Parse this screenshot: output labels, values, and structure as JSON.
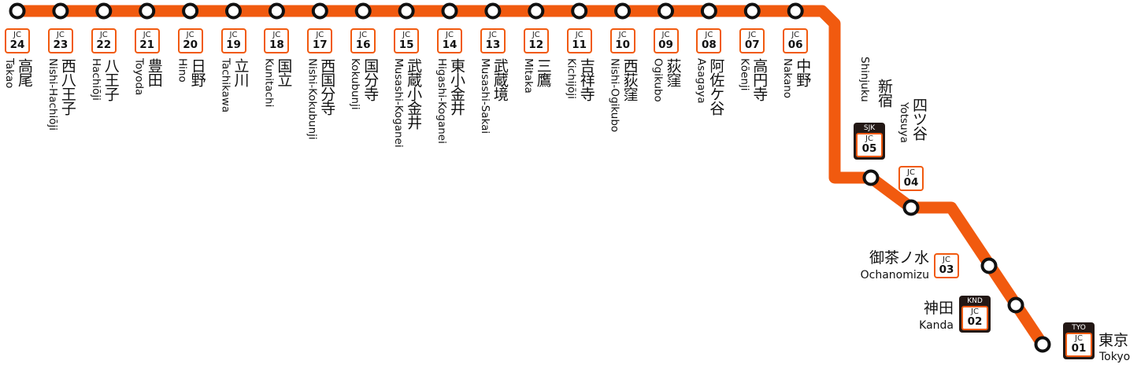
{
  "line": {
    "color": "#f15a0f",
    "code": "JC"
  },
  "stations": [
    {
      "num": "24",
      "name": "高尾",
      "romaji": "Takao"
    },
    {
      "num": "23",
      "name": "西八王子",
      "romaji": "Nishi-Hachiōji"
    },
    {
      "num": "22",
      "name": "八王子",
      "romaji": "Hachiōji"
    },
    {
      "num": "21",
      "name": "豊田",
      "romaji": "Toyoda"
    },
    {
      "num": "20",
      "name": "日野",
      "romaji": "Hino"
    },
    {
      "num": "19",
      "name": "立川",
      "romaji": "Tachikawa"
    },
    {
      "num": "18",
      "name": "国立",
      "romaji": "Kunitachi"
    },
    {
      "num": "17",
      "name": "西国分寺",
      "romaji": "Nishi-Kokubunji"
    },
    {
      "num": "16",
      "name": "国分寺",
      "romaji": "Kokubunji"
    },
    {
      "num": "15",
      "name": "武蔵小金井",
      "romaji": "Musashi-Koganei"
    },
    {
      "num": "14",
      "name": "東小金井",
      "romaji": "Higashi-Koganei"
    },
    {
      "num": "13",
      "name": "武蔵境",
      "romaji": "Musashi-Sakai"
    },
    {
      "num": "12",
      "name": "三鷹",
      "romaji": "Mitaka"
    },
    {
      "num": "11",
      "name": "吉祥寺",
      "romaji": "Kichijōji"
    },
    {
      "num": "10",
      "name": "西荻窪",
      "romaji": "Nishi-Ogikubo"
    },
    {
      "num": "09",
      "name": "荻窪",
      "romaji": "Ogikubo"
    },
    {
      "num": "08",
      "name": "阿佐ケ谷",
      "romaji": "Asagaya"
    },
    {
      "num": "07",
      "name": "高円寺",
      "romaji": "Kōenji"
    },
    {
      "num": "06",
      "name": "中野",
      "romaji": "Nakano"
    },
    {
      "num": "05",
      "name": "新宿",
      "romaji": "Shinjuku",
      "three_letter": "SJK"
    },
    {
      "num": "04",
      "name": "四ツ谷",
      "romaji": "Yotsuya"
    },
    {
      "num": "03",
      "name": "御茶ノ水",
      "romaji": "Ochanomizu"
    },
    {
      "num": "02",
      "name": "神田",
      "romaji": "Kanda",
      "three_letter": "KND"
    },
    {
      "num": "01",
      "name": "東京",
      "romaji": "Tokyo",
      "three_letter": "TYO"
    }
  ]
}
